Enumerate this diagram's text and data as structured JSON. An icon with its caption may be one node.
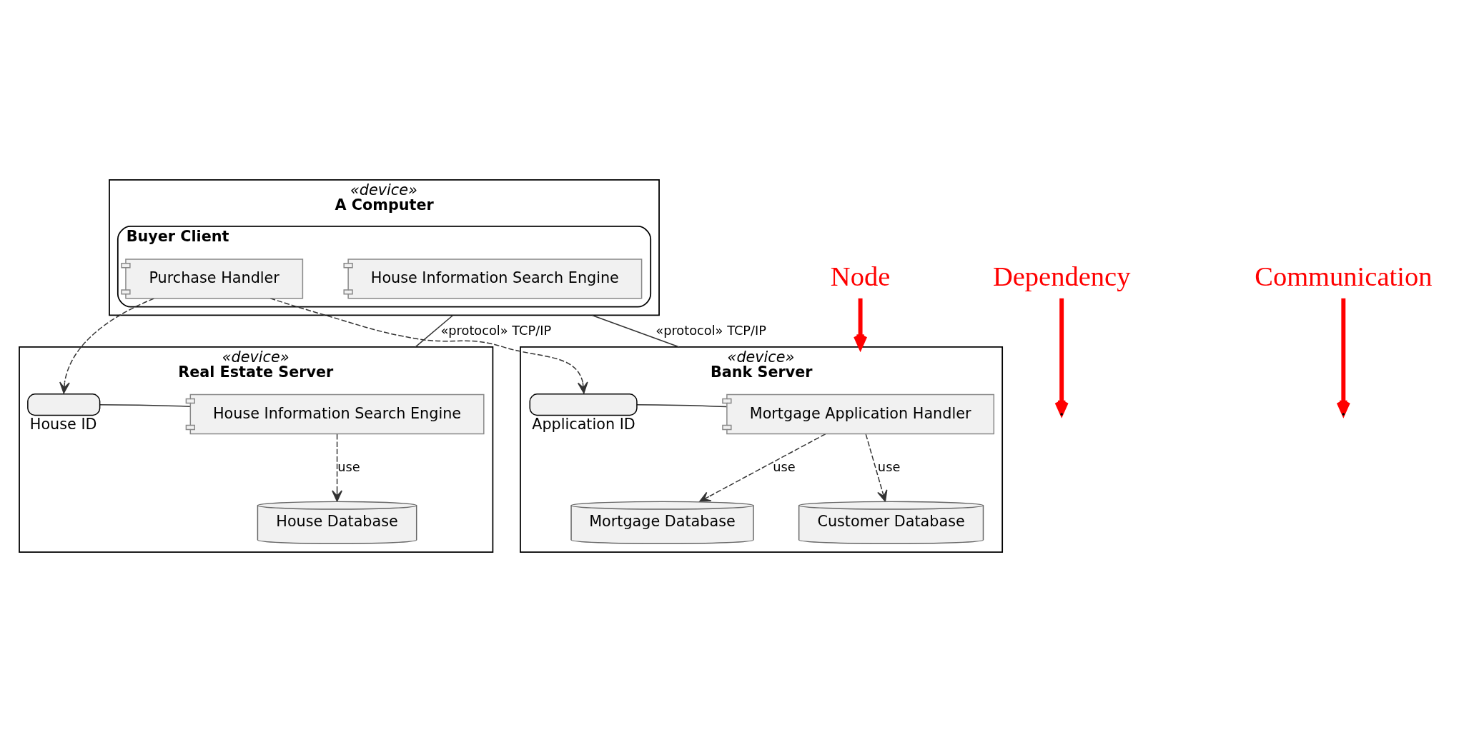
{
  "diagram": {
    "nodes": [
      {
        "text": [
          "«device»",
          "A Computer"
        ]
      },
      {
        "text": [
          "Buyer Client"
        ],
        "in": 0
      },
      {
        "text": [
          "House Information Search Engine"
        ],
        "in": 1
      },
      {
        "text": [
          "Purchase Handler"
        ],
        "in": 1
      },
      {
        "text": [
          "«device»",
          "Bank Server"
        ]
      },
      {
        "text": [
          "Mortgage Application Handler"
        ],
        "in": 4
      },
      {
        "text": [
          "Application ID"
        ],
        "in": 4
      },
      {
        "text": [
          "Customer Database"
        ],
        "in": 4
      },
      {
        "text": [
          "Mortgage Database"
        ],
        "in": 4
      },
      {
        "text": [
          "«device»",
          "Real Estate Server"
        ]
      },
      {
        "text": [
          "House Information Search Engine"
        ],
        "in": 9
      },
      {
        "text": [
          "House ID"
        ],
        "in": 9
      },
      {
        "text": [
          "House Database"
        ],
        "in": 9
      },
      {
        "text": [
          "Node"
        ]
      },
      {
        "text": [
          "Dependency"
        ]
      },
      {
        "text": [
          "Communication"
        ]
      }
    ],
    "edges": [
      {
        "from": 5,
        "to": 6,
        "arrow": "none"
      },
      {
        "from": 10,
        "to": 11,
        "arrow": "none"
      },
      {
        "from": 3,
        "to": 6,
        "arrow": "to",
        "style": "dashed"
      },
      {
        "from": 3,
        "to": 11,
        "arrow": "to",
        "style": "dashed"
      },
      {
        "from": 5,
        "to": 7,
        "arrow": "to",
        "style": "dashed",
        "label": "use"
      },
      {
        "from": 5,
        "to": 8,
        "arrow": "to",
        "style": "dashed",
        "label": "use"
      },
      {
        "from": 10,
        "to": 12,
        "arrow": "to",
        "style": "dashed",
        "label": "use"
      },
      {
        "from": 0,
        "to": 4,
        "arrow": "none",
        "label": "«protocol» TCP/IP"
      },
      {
        "from": 0,
        "to": 9,
        "arrow": "none",
        "label": "«protocol» TCP/IP"
      },
      {
        "from": 13,
        "to": 4,
        "arrow": "to",
        "style": "thick",
        "color": "#ff0000"
      },
      {
        "from": 14,
        "to": null,
        "arrow": "to",
        "style": "thick",
        "color": "#ff0000"
      },
      {
        "from": 15,
        "to": null,
        "arrow": "to",
        "style": "thick",
        "color": "#ff0000"
      }
    ]
  }
}
